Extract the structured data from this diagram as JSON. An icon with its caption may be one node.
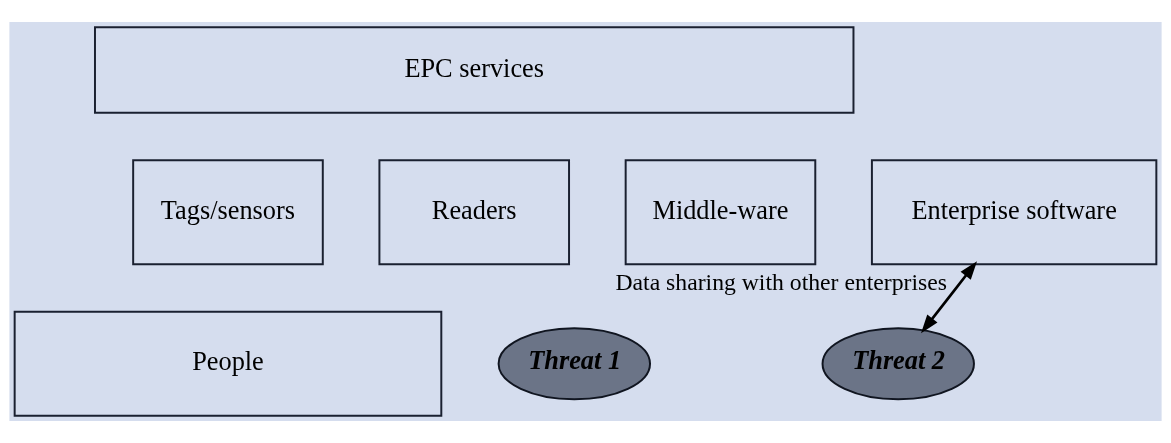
{
  "diagram": {
    "nodes": [
      {
        "text": [
          "EPC services"
        ]
      },
      {
        "text": [
          "Tags/sensors"
        ]
      },
      {
        "text": [
          "Readers"
        ]
      },
      {
        "text": [
          "Middle-ware"
        ]
      },
      {
        "text": [
          "Enterprise software"
        ]
      },
      {
        "text": [
          "People"
        ]
      },
      {
        "text": [
          "Threat 1"
        ]
      },
      {
        "text": [
          "Threat 2"
        ]
      }
    ],
    "edges": [
      {
        "from": 4,
        "to": 7,
        "arrow": "both",
        "label": "Data sharing with other enterprises"
      }
    ]
  }
}
